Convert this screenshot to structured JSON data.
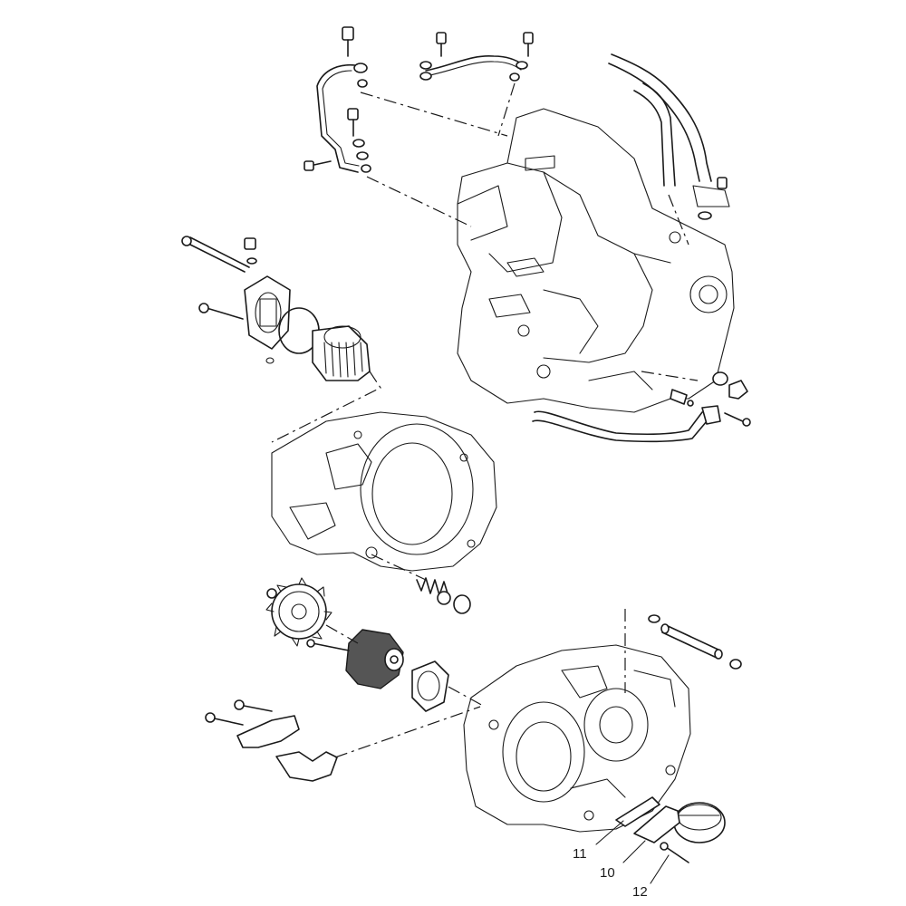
{
  "callouts": [
    {
      "id": "callout-11",
      "label": "11"
    },
    {
      "id": "callout-10",
      "label": "10"
    },
    {
      "id": "callout-12",
      "label": "12"
    }
  ]
}
